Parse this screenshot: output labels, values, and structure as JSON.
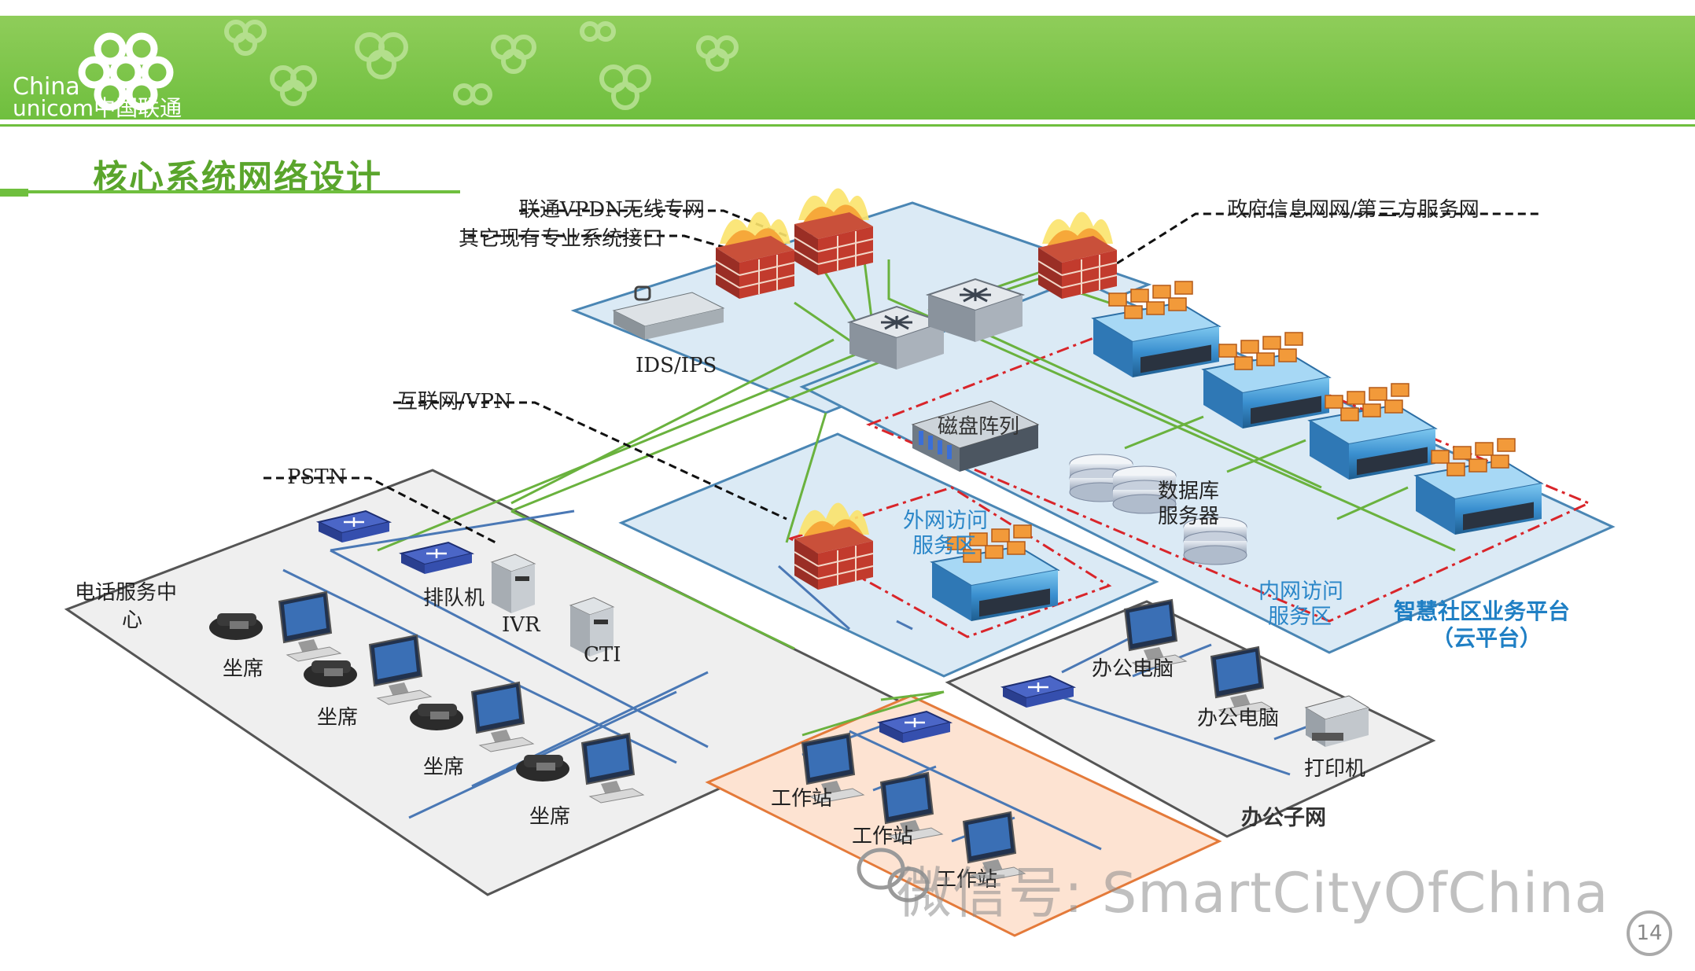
{
  "logo": {
    "line1": "China",
    "line2": "unicom中国联通"
  },
  "title": "核心系统网络设计",
  "external_labels": {
    "vpdn": "联通VPDN无线专网",
    "other_interfaces": "其它现有专业系统接口",
    "gov": "政府信息网网/第三方服务网",
    "internet": "互联网/VPN",
    "pstn": "PSTN"
  },
  "core_labels": {
    "ids": "IDS/IPS",
    "disk": "磁盘阵列",
    "db_line1": "数据库",
    "db_line2": "服务器",
    "outer_line1": "外网访问",
    "outer_line2": "服务区",
    "inner_line1": "内网访问",
    "inner_line2": "服务区",
    "platform_line1": "智慧社区业务平台",
    "platform_line2": "（云平台）"
  },
  "call_center": {
    "title_line1": "电话服务中",
    "title_line2": "心",
    "queue": "排队机",
    "ivr": "IVR",
    "cti": "CTI",
    "seat": "坐席"
  },
  "office": {
    "pc": "办公电脑",
    "printer": "打印机",
    "name": "办公子网"
  },
  "workstations": {
    "label": "工作站"
  },
  "watermark": "微信号: SmartCityOfChina",
  "page_number": "14",
  "colors": {
    "green": "#6fbf3e",
    "blue_zone": "#d7e9f5",
    "red_dash": "#d9252a",
    "orange_zone": "#fde3d2"
  }
}
